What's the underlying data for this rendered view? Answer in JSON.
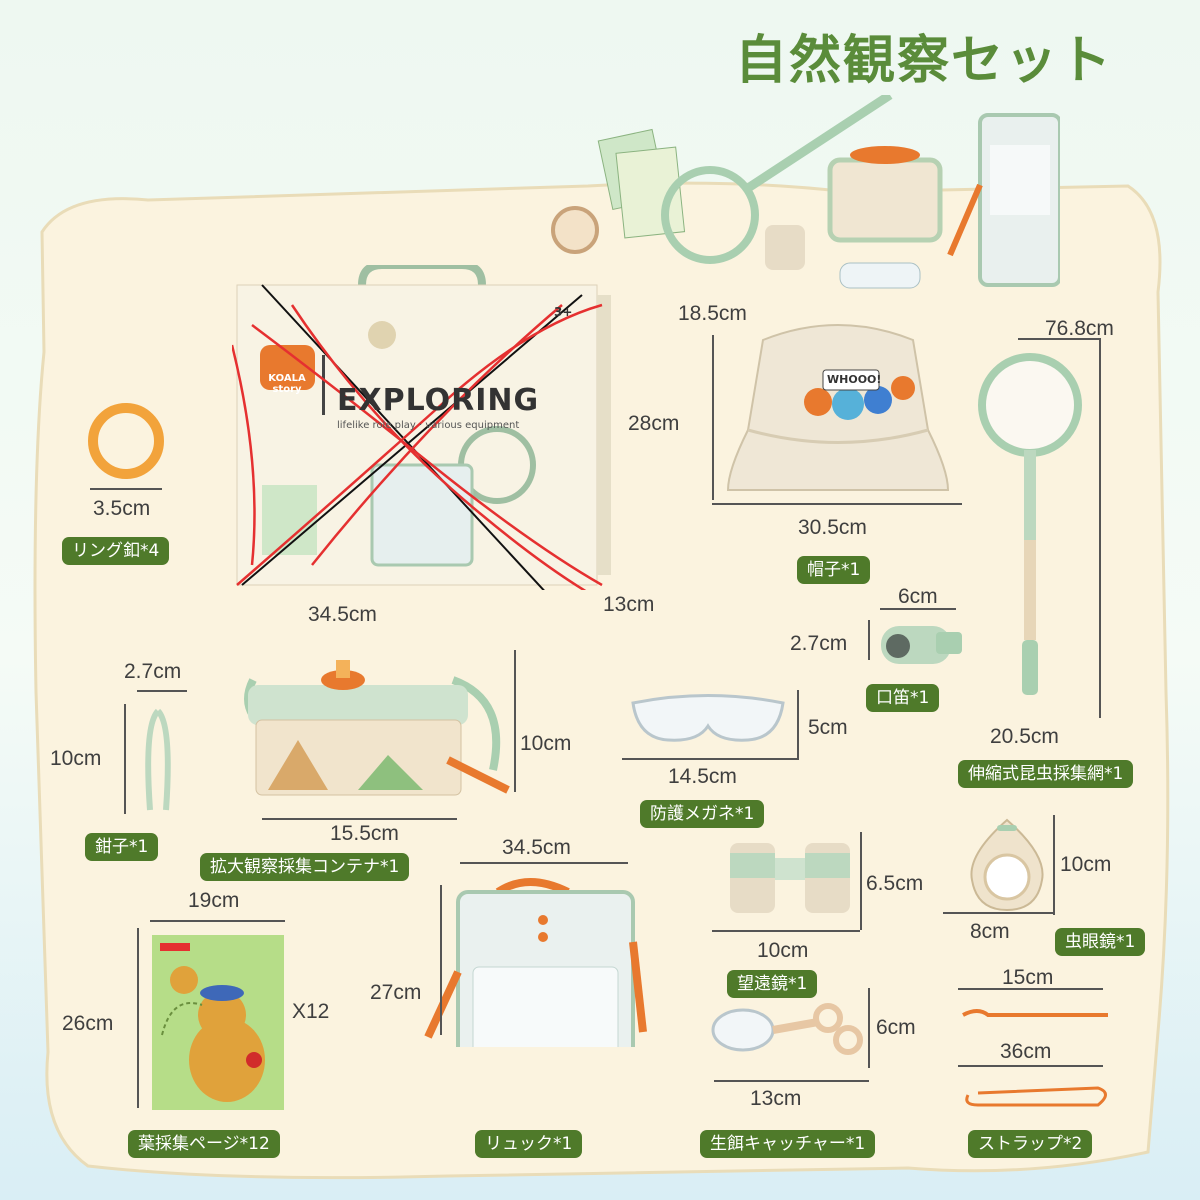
{
  "title": "自然観察セット",
  "box": {
    "brand": "KOALA story",
    "name": "EXPLORING",
    "subtitle": "lifelike role play · various equipment",
    "age": "3+"
  },
  "hat": {
    "badge": "WHOOO!"
  },
  "dims": {
    "ring_w": "3.5cm",
    "box_w": "34.5cm",
    "box_d": "13cm",
    "hat_top": "18.5cm",
    "hat_h": "28cm",
    "hat_w": "30.5cm",
    "net_len": "76.8cm",
    "net_w": "20.5cm",
    "whistle_w": "6cm",
    "whistle_h": "2.7cm",
    "tongs_w": "2.7cm",
    "tongs_h": "10cm",
    "container_h": "10cm",
    "container_w": "15.5cm",
    "goggles_h": "5cm",
    "goggles_w": "14.5cm",
    "backpack_w": "34.5cm",
    "backpack_h": "27cm",
    "binoc_h": "6.5cm",
    "binoc_w": "10cm",
    "magnifier_h": "10cm",
    "magnifier_w": "8cm",
    "book_w": "19cm",
    "book_h": "26cm",
    "book_qty": "X12",
    "catcher_h": "6cm",
    "catcher_w": "13cm",
    "strap1_w": "15cm",
    "strap2_w": "36cm"
  },
  "labels": {
    "ring": "リング釦*4",
    "hat": "帽子*1",
    "whistle": "口笛*1",
    "net": "伸縮式昆虫採集網*1",
    "tongs": "鉗子*1",
    "container": "拡大観察採集コンテナ*1",
    "goggles": "防護メガネ*1",
    "binoculars": "望遠鏡*1",
    "magnifier": "虫眼鏡*1",
    "book": "葉採集ページ*12",
    "backpack": "リュック*1",
    "catcher": "生餌キャッチャー*1",
    "strap": "ストラップ*2"
  },
  "colors": {
    "label_bg": "#4f7a2a",
    "title": "#5a8c3a",
    "mint": "#cfe3cf",
    "orange": "#e8792e",
    "parchment": "#fbf3df",
    "cross_red": "#e53030"
  },
  "icons": [
    "ring-icon",
    "box-icon",
    "hat-icon",
    "net-icon",
    "whistle-icon",
    "tongs-icon",
    "container-icon",
    "goggles-icon",
    "backpack-icon",
    "binoculars-icon",
    "magnifier-icon",
    "book-icon",
    "catcher-icon",
    "strap-icon"
  ]
}
